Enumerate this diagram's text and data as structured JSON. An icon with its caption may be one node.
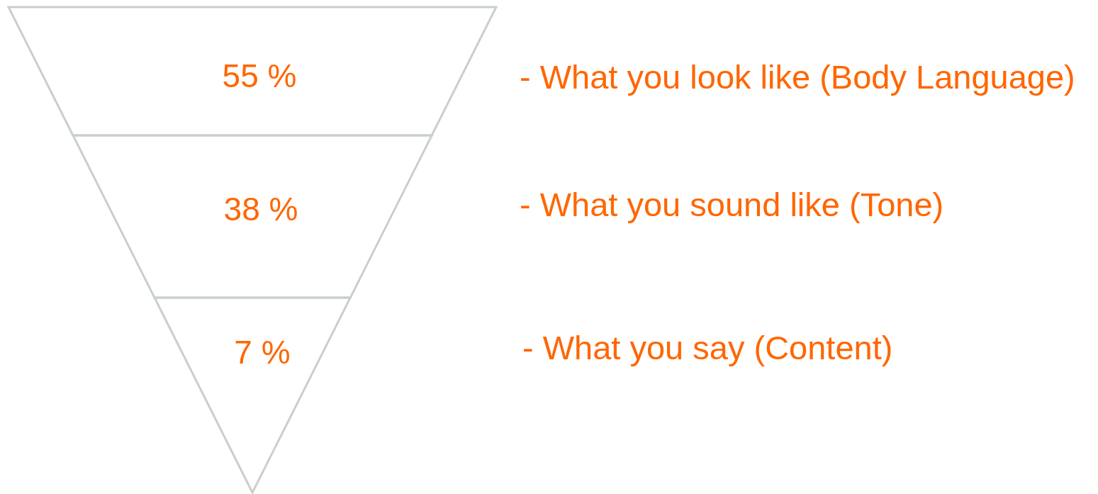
{
  "diagram": {
    "nodes": [
      {
        "text": [
          "55 %"
        ]
      },
      {
        "text": [
          "38 %"
        ]
      },
      {
        "text": [
          "7 %"
        ]
      }
    ],
    "labels": [
      "- What you look like (Body Language)",
      "- What you sound like (Tone)",
      "- What you say (Content)"
    ]
  }
}
